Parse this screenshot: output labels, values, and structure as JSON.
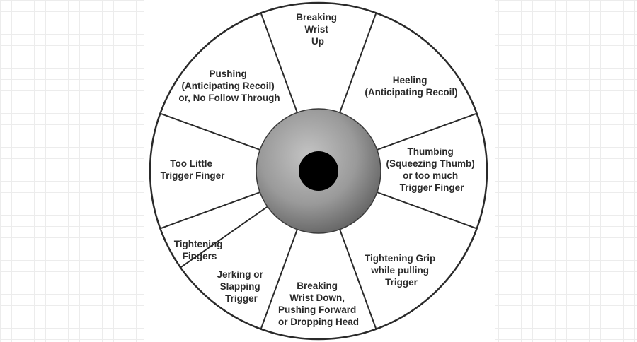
{
  "wheel": {
    "segments": [
      {
        "id": "breaking-wrist-up",
        "lines": [
          "Breaking",
          "Wrist",
          "Up"
        ]
      },
      {
        "id": "heeling",
        "lines": [
          "Heeling",
          "(Anticipating Recoil)"
        ]
      },
      {
        "id": "thumbing",
        "lines": [
          "Thumbing",
          "(Squeezing Thumb)",
          "or too much",
          "Trigger Finger"
        ]
      },
      {
        "id": "tightening-grip",
        "lines": [
          "Tightening Grip",
          "while pulling",
          "Trigger"
        ]
      },
      {
        "id": "breaking-wrist-down",
        "lines": [
          "Breaking",
          "Wrist Down,",
          "Pushing Forward",
          "or Dropping Head"
        ]
      },
      {
        "id": "jerking",
        "lines": [
          "Jerking or",
          "Slapping",
          "Trigger"
        ]
      },
      {
        "id": "tightening-fingers",
        "lines": [
          "Tightening",
          "Fingers"
        ]
      },
      {
        "id": "too-little-trigger-finger",
        "lines": [
          "Too Little",
          "Trigger Finger"
        ]
      },
      {
        "id": "pushing",
        "lines": [
          "Pushing",
          "(Anticipating Recoil)",
          "or, No Follow Through"
        ]
      }
    ],
    "colors": {
      "line": "#2a2a2a",
      "hub_light": "#b8b8b8",
      "hub_dark": "#5e5e5e",
      "bullseye": "#000000"
    }
  }
}
